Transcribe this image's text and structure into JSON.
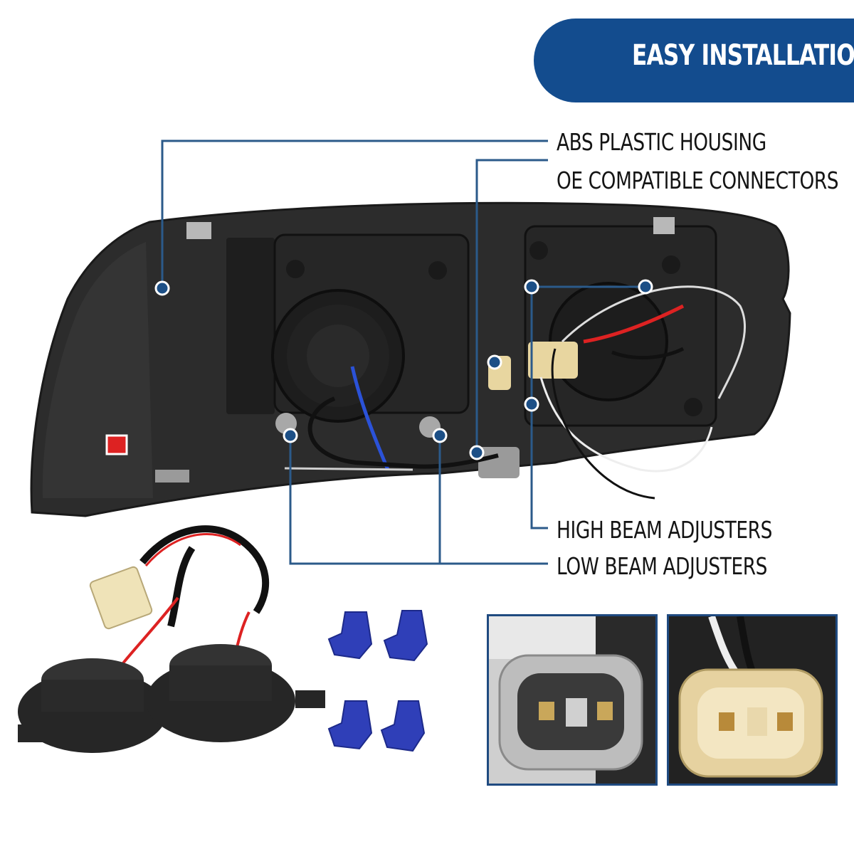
{
  "banner": {
    "title": "EASY INSTALLATION"
  },
  "callouts": [
    {
      "id": "abs",
      "label": "ABS PLASTIC HOUSING"
    },
    {
      "id": "oe",
      "label": "OE COMPATIBLE CONNECTORS"
    },
    {
      "id": "high",
      "label": "HIGH BEAM ADJUSTERS"
    },
    {
      "id": "low",
      "label": "LOW BEAM ADJUSTERS"
    }
  ],
  "colors": {
    "banner": "#134c8e",
    "callout_line": "#2b5a8a",
    "dot": "#1c4f86",
    "panel_border": "#1f4a80"
  },
  "icons": [
    "headlight-housing-photo",
    "bulb-cap-pair-photo",
    "wire-tap-connector-photo",
    "connector-closeup-gray-photo",
    "connector-closeup-tan-photo"
  ]
}
